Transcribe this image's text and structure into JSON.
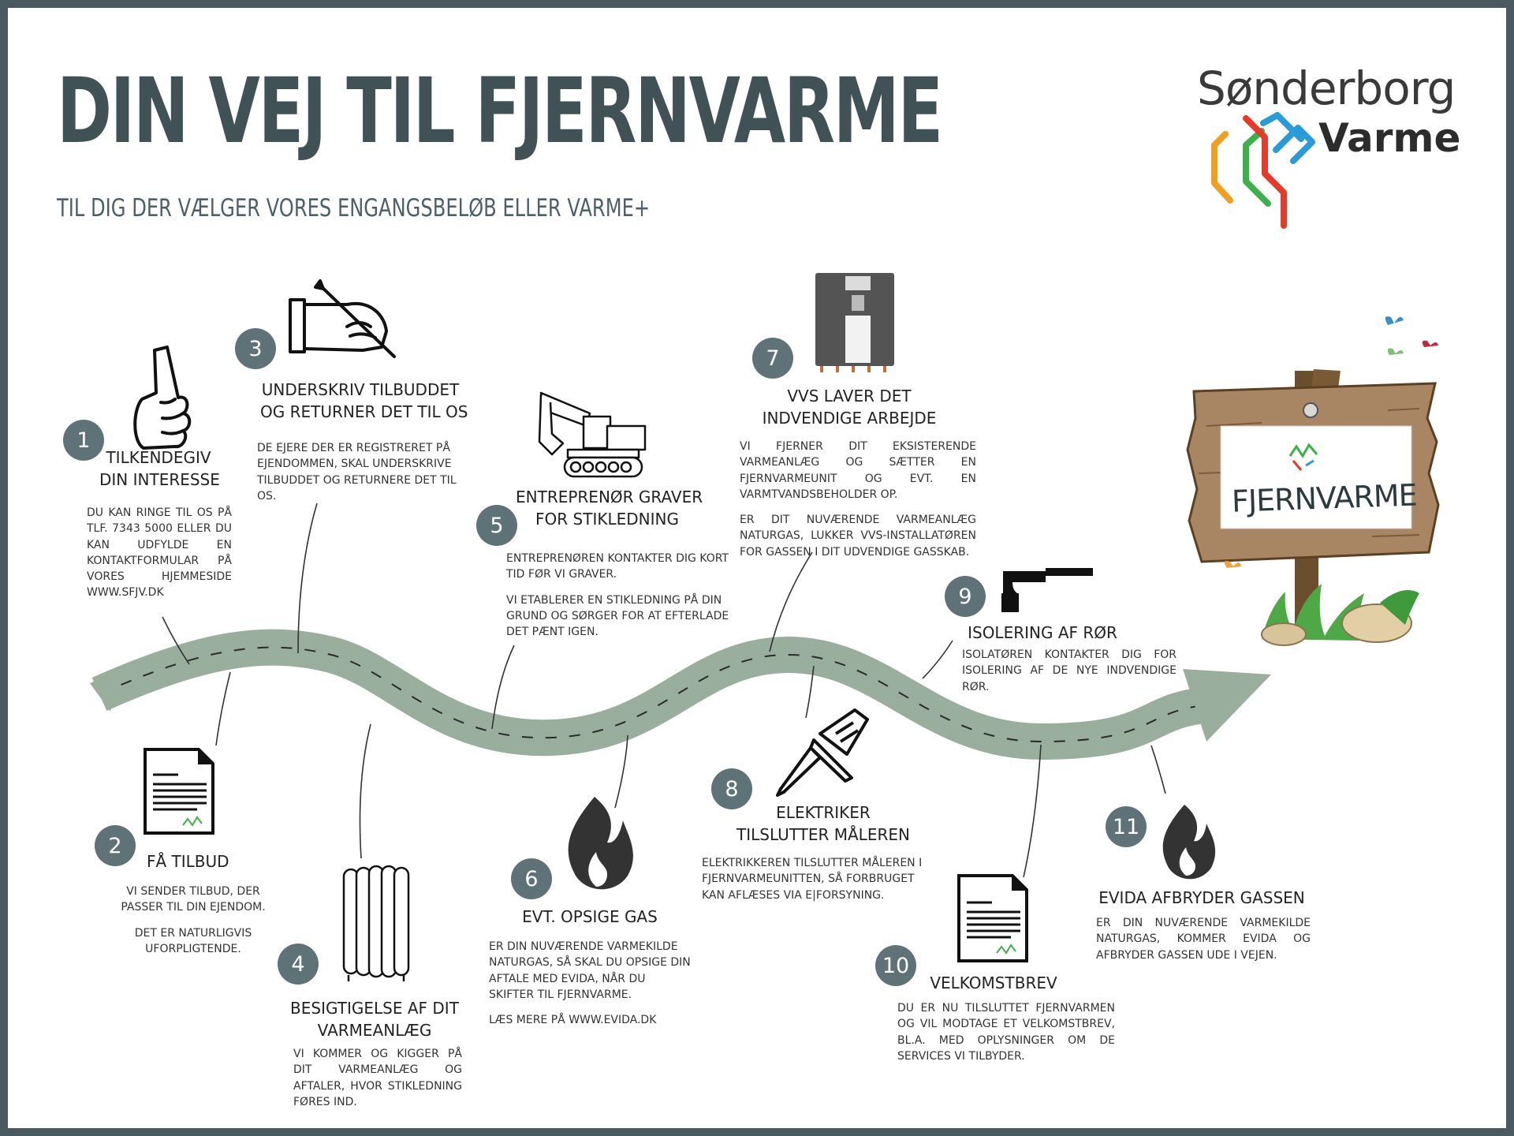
{
  "title": "DIN VEJ TIL FJERNVARME",
  "subtitle": "TIL DIG DER VÆLGER VORES ENGANGSBELØB ELLER VARME+",
  "logo": {
    "line1": "Sønderborg",
    "line2": "Varme",
    "colors": [
      "#f0a020",
      "#e63a2a",
      "#3db04a",
      "#2a9ad8"
    ]
  },
  "sign": {
    "text": "FJERNVARME"
  },
  "road_color": "#9aae9d",
  "accent_color": "#5e7278",
  "steps": [
    {
      "number": "1",
      "icon": "pointing-hand-icon",
      "heading_lines": [
        "TILKENDEGIV",
        "DIN INTERESSE"
      ],
      "paragraphs": [
        "DU KAN RINGE TIL OS PÅ TLF. 7343 5000 ELLER DU KAN UDFYLDE EN KONTAKTFORMULAR PÅ VORES HJEMMESIDE WWW.SFJV.DK"
      ]
    },
    {
      "number": "2",
      "icon": "document-icon",
      "heading_lines": [
        "FÅ TILBUD"
      ],
      "paragraphs": [
        "VI SENDER TILBUD, DER PASSER TIL DIN EJENDOM.",
        "DET ER NATURLIGVIS UFORPLIGTENDE."
      ]
    },
    {
      "number": "3",
      "icon": "signing-hand-icon",
      "heading_lines": [
        "UNDERSKRIV TILBUDDET",
        "OG RETURNER DET TIL OS"
      ],
      "paragraphs": [
        "DE EJERE DER ER REGISTRERET PÅ EJENDOMMEN, SKAL UNDERSKRIVE TILBUDDET OG RETURNERE DET TIL OS."
      ]
    },
    {
      "number": "4",
      "icon": "radiator-icon",
      "heading_lines": [
        "BESIGTIGELSE AF DIT",
        "VARMEANLÆG"
      ],
      "paragraphs": [
        "VI KOMMER OG KIGGER PÅ DIT VARMEANLÆG OG AFTALER, HVOR STIKLEDNING FØRES IND."
      ]
    },
    {
      "number": "5",
      "icon": "excavator-icon",
      "heading_lines": [
        "ENTREPRENØR GRAVER",
        "FOR STIKLEDNING"
      ],
      "paragraphs": [
        "ENTREPRENØREN KONTAKTER DIG KORT TID FØR VI GRAVER.",
        "VI ETABLERER EN STIKLEDNING PÅ DIN GRUND OG SØRGER FOR AT EFTERLADE DET PÆNT IGEN."
      ]
    },
    {
      "number": "6",
      "icon": "flame-icon",
      "heading_lines": [
        "EVT. OPSIGE GAS"
      ],
      "paragraphs": [
        "ER DIN NUVÆRENDE VARMEKILDE NATURGAS, SÅ SKAL DU OPSIGE DIN AFTALE MED EVIDA, NÅR DU SKIFTER TIL FJERNVARME.",
        "LÆS MERE PÅ WWW.EVIDA.DK"
      ]
    },
    {
      "number": "7",
      "icon": "heat-unit-icon",
      "heading_lines": [
        "VVS LAVER DET",
        "INDVENDIGE ARBEJDE"
      ],
      "paragraphs": [
        "VI FJERNER DIT EKSISTERENDE VARMEANLÆG OG SÆTTER EN FJERNVARMEUNIT OG EVT. EN VARMTVANDSBEHOLDER OP.",
        "ER DIT NUVÆRENDE VARMEANLÆG NATURGAS, LUKKER VVS-INSTALLATØREN FOR GASSEN I DIT UDVENDIGE GASSKAB."
      ]
    },
    {
      "number": "8",
      "icon": "screwdriver-icon",
      "heading_lines": [
        "ELEKTRIKER",
        "TILSLUTTER MÅLEREN"
      ],
      "paragraphs": [
        "ELEKTRIKKEREN TILSLUTTER MÅLEREN I FJERNVARMEUNITTEN, SÅ FORBRUGET KAN AFLÆSES VIA E|FORSYNING."
      ]
    },
    {
      "number": "9",
      "icon": "pipe-icon",
      "heading_lines": [
        "ISOLERING AF RØR"
      ],
      "paragraphs": [
        "ISOLATØREN KONTAKTER DIG FOR ISOLERING AF DE NYE INDVENDIGE RØR."
      ]
    },
    {
      "number": "10",
      "icon": "document-icon",
      "heading_lines": [
        "VELKOMSTBREV"
      ],
      "paragraphs": [
        "DU ER NU TILSLUTTET FJERNVARMEN OG VIL MODTAGE ET VELKOMSTBREV, BL.A. MED OPLYSNINGER OM DE SERVICES VI TILBYDER."
      ]
    },
    {
      "number": "11",
      "icon": "flame-icon",
      "heading_lines": [
        "EVIDA AFBRYDER GASSEN"
      ],
      "paragraphs": [
        "ER DIN NUVÆRENDE VARMEKILDE NATURGAS, KOMMER EVIDA OG AFBRYDER GASSEN UDE I VEJEN."
      ]
    }
  ]
}
